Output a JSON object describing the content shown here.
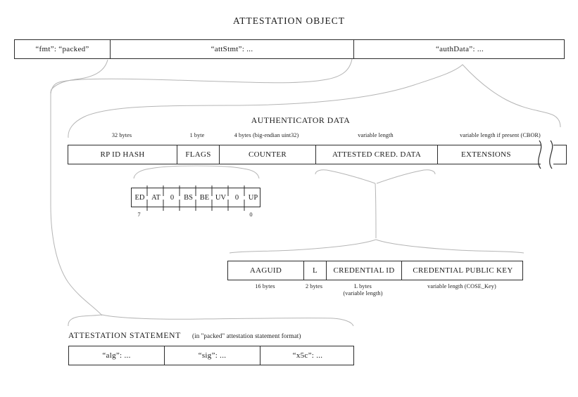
{
  "title": "ATTESTATION OBJECT",
  "attestation_object": {
    "cells": [
      {
        "label": "“fmt”: “packed”"
      },
      {
        "label": "“attStmt”: ..."
      },
      {
        "label": "“authData”: ..."
      }
    ]
  },
  "authenticator_data": {
    "title": "AUTHENTICATOR DATA",
    "fields": [
      {
        "label": "RP ID HASH",
        "size": "32 bytes"
      },
      {
        "label": "FLAGS",
        "size": "1 byte"
      },
      {
        "label": "COUNTER",
        "size": "4 bytes (big-endian uint32)"
      },
      {
        "label": "ATTESTED CRED. DATA",
        "size": "variable length"
      },
      {
        "label": "EXTENSIONS",
        "size": "variable length if present (CBOR)"
      }
    ]
  },
  "flags": {
    "bits": [
      "ED",
      "AT",
      "0",
      "BS",
      "BE",
      "UV",
      "0",
      "UP"
    ],
    "msb_label": "7",
    "lsb_label": "0"
  },
  "attested_cred_data": {
    "fields": [
      {
        "label": "AAGUID",
        "size": "16 bytes"
      },
      {
        "label": "L",
        "size": "2 bytes"
      },
      {
        "label": "CREDENTIAL ID",
        "size": "L bytes",
        "size2": "(variable length)"
      },
      {
        "label": "CREDENTIAL PUBLIC KEY",
        "size": "variable length (COSE_Key)"
      }
    ]
  },
  "attestation_statement": {
    "title": "ATTESTATION STATEMENT",
    "subtitle": "(in \"packed\" attestation statement format)",
    "cells": [
      {
        "label": "“alg”: ..."
      },
      {
        "label": "“sig”: ..."
      },
      {
        "label": "“x5c”: ..."
      }
    ]
  }
}
